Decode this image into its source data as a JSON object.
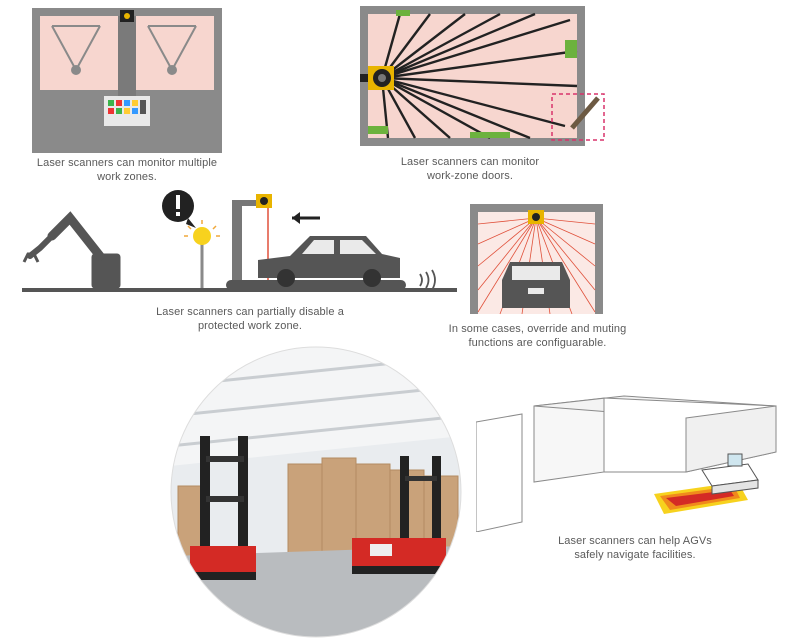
{
  "captions": {
    "multi_zone": [
      "Laser scanners can monitor multiple",
      "work zones."
    ],
    "doors": [
      "Laser scanners can monitor",
      "work-zone doors."
    ],
    "partial": [
      "Laser scanners can partially disable a",
      "protected work zone."
    ],
    "override": [
      "In some cases, override and muting",
      "functions are configuarable."
    ],
    "agv": [
      "Laser scanners can help AGVs",
      "safely navigate facilities."
    ]
  },
  "icons": {
    "warning": "exclamation-warning-icon",
    "arrow": "left-arrow-icon",
    "signal": "sound-wave-icon"
  },
  "colors": {
    "zone_fill": "#f7d6cf",
    "panel_gray": "#8a8a8a",
    "dark_gray": "#555555",
    "scanner_yellow": "#e8b400",
    "beam_red": "#e0503a",
    "field_green": "#6cb23e",
    "agv_red": "#d42a25",
    "agv_orange": "#f08a1c",
    "agv_yellow": "#f7d21e"
  }
}
